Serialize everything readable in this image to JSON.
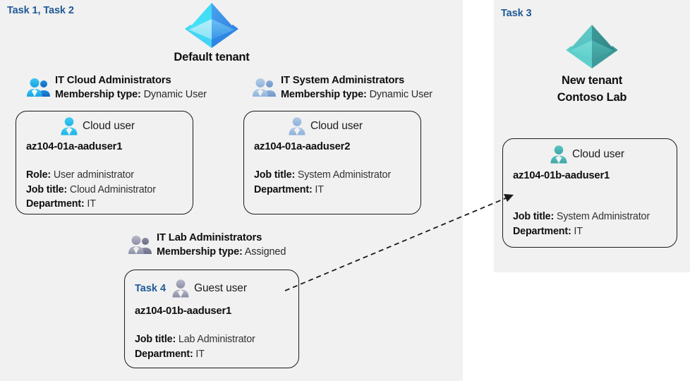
{
  "panels": {
    "left": {
      "task_label": "Task 1, Task 2"
    },
    "right": {
      "task_label": "Task 3"
    }
  },
  "tenants": [
    {
      "id": "default-tenant",
      "icon": "azure-ad-tenant-icon",
      "color": "#32b5f0",
      "title": "Default tenant",
      "title_line2": ""
    },
    {
      "id": "new-tenant",
      "icon": "azure-ad-tenant-icon",
      "color": "#4bbfba",
      "title": "New  tenant",
      "title_line2": "Contoso Lab"
    }
  ],
  "groups": [
    {
      "id": "it-cloud-administrators",
      "icon": "group-users-icon",
      "name": "IT Cloud Administrators",
      "meta_label": "Membership type:",
      "meta_value": "Dynamic User"
    },
    {
      "id": "it-system-administrators",
      "icon": "group-users-icon",
      "name": "IT System Administrators",
      "meta_label": "Membership type:",
      "meta_value": "Dynamic User"
    },
    {
      "id": "it-lab-administrators",
      "icon": "group-users-icon",
      "name": "IT Lab Administrators",
      "meta_label": "Membership type:",
      "meta_value": "Assigned"
    }
  ],
  "users": [
    {
      "id": "az104-01a-aaduser1",
      "task_tag": "",
      "icon": "cloud-user-icon",
      "user_type": "Cloud user",
      "username": "az104-01a-aaduser1",
      "props": [
        {
          "label": "Role:",
          "value": "User administrator"
        },
        {
          "label": "Job title:",
          "value": "Cloud Administrator"
        },
        {
          "label": "Department:",
          "value": "IT"
        }
      ]
    },
    {
      "id": "az104-01a-aaduser2",
      "task_tag": "",
      "icon": "cloud-user-icon",
      "user_type": "Cloud user",
      "username": "az104-01a-aaduser2",
      "props": [
        {
          "label": "Job title:",
          "value": "System Administrator"
        },
        {
          "label": "Department:",
          "value": "IT"
        }
      ]
    },
    {
      "id": "az104-01b-aaduser1-guest",
      "task_tag": "Task 4",
      "icon": "guest-user-icon",
      "user_type": "Guest user",
      "username": "az104-01b-aaduser1",
      "props": [
        {
          "label": "Job title:",
          "value": "Lab Administrator"
        },
        {
          "label": "Department:",
          "value": "IT"
        }
      ]
    },
    {
      "id": "az104-01b-aaduser1-cloud",
      "task_tag": "",
      "icon": "cloud-user-icon",
      "user_type": "Cloud user",
      "username": "az104-01b-aaduser1",
      "props": [
        {
          "label": "Job title:",
          "value": "System Administrator"
        },
        {
          "label": "Department:",
          "value": "IT"
        }
      ]
    }
  ],
  "connector": {
    "id": "guest-to-cloud-invite-arrow",
    "style": "dashed-arrow",
    "color": "#1b1b1b"
  },
  "colors": {
    "panel_bg": "#f1f1f1",
    "page_bg": "#ffffff",
    "task_accent": "#1f5a96",
    "card_border": "#1b1b1b",
    "tenant_blue": "#32b5f0",
    "tenant_teal": "#4bbfba"
  }
}
